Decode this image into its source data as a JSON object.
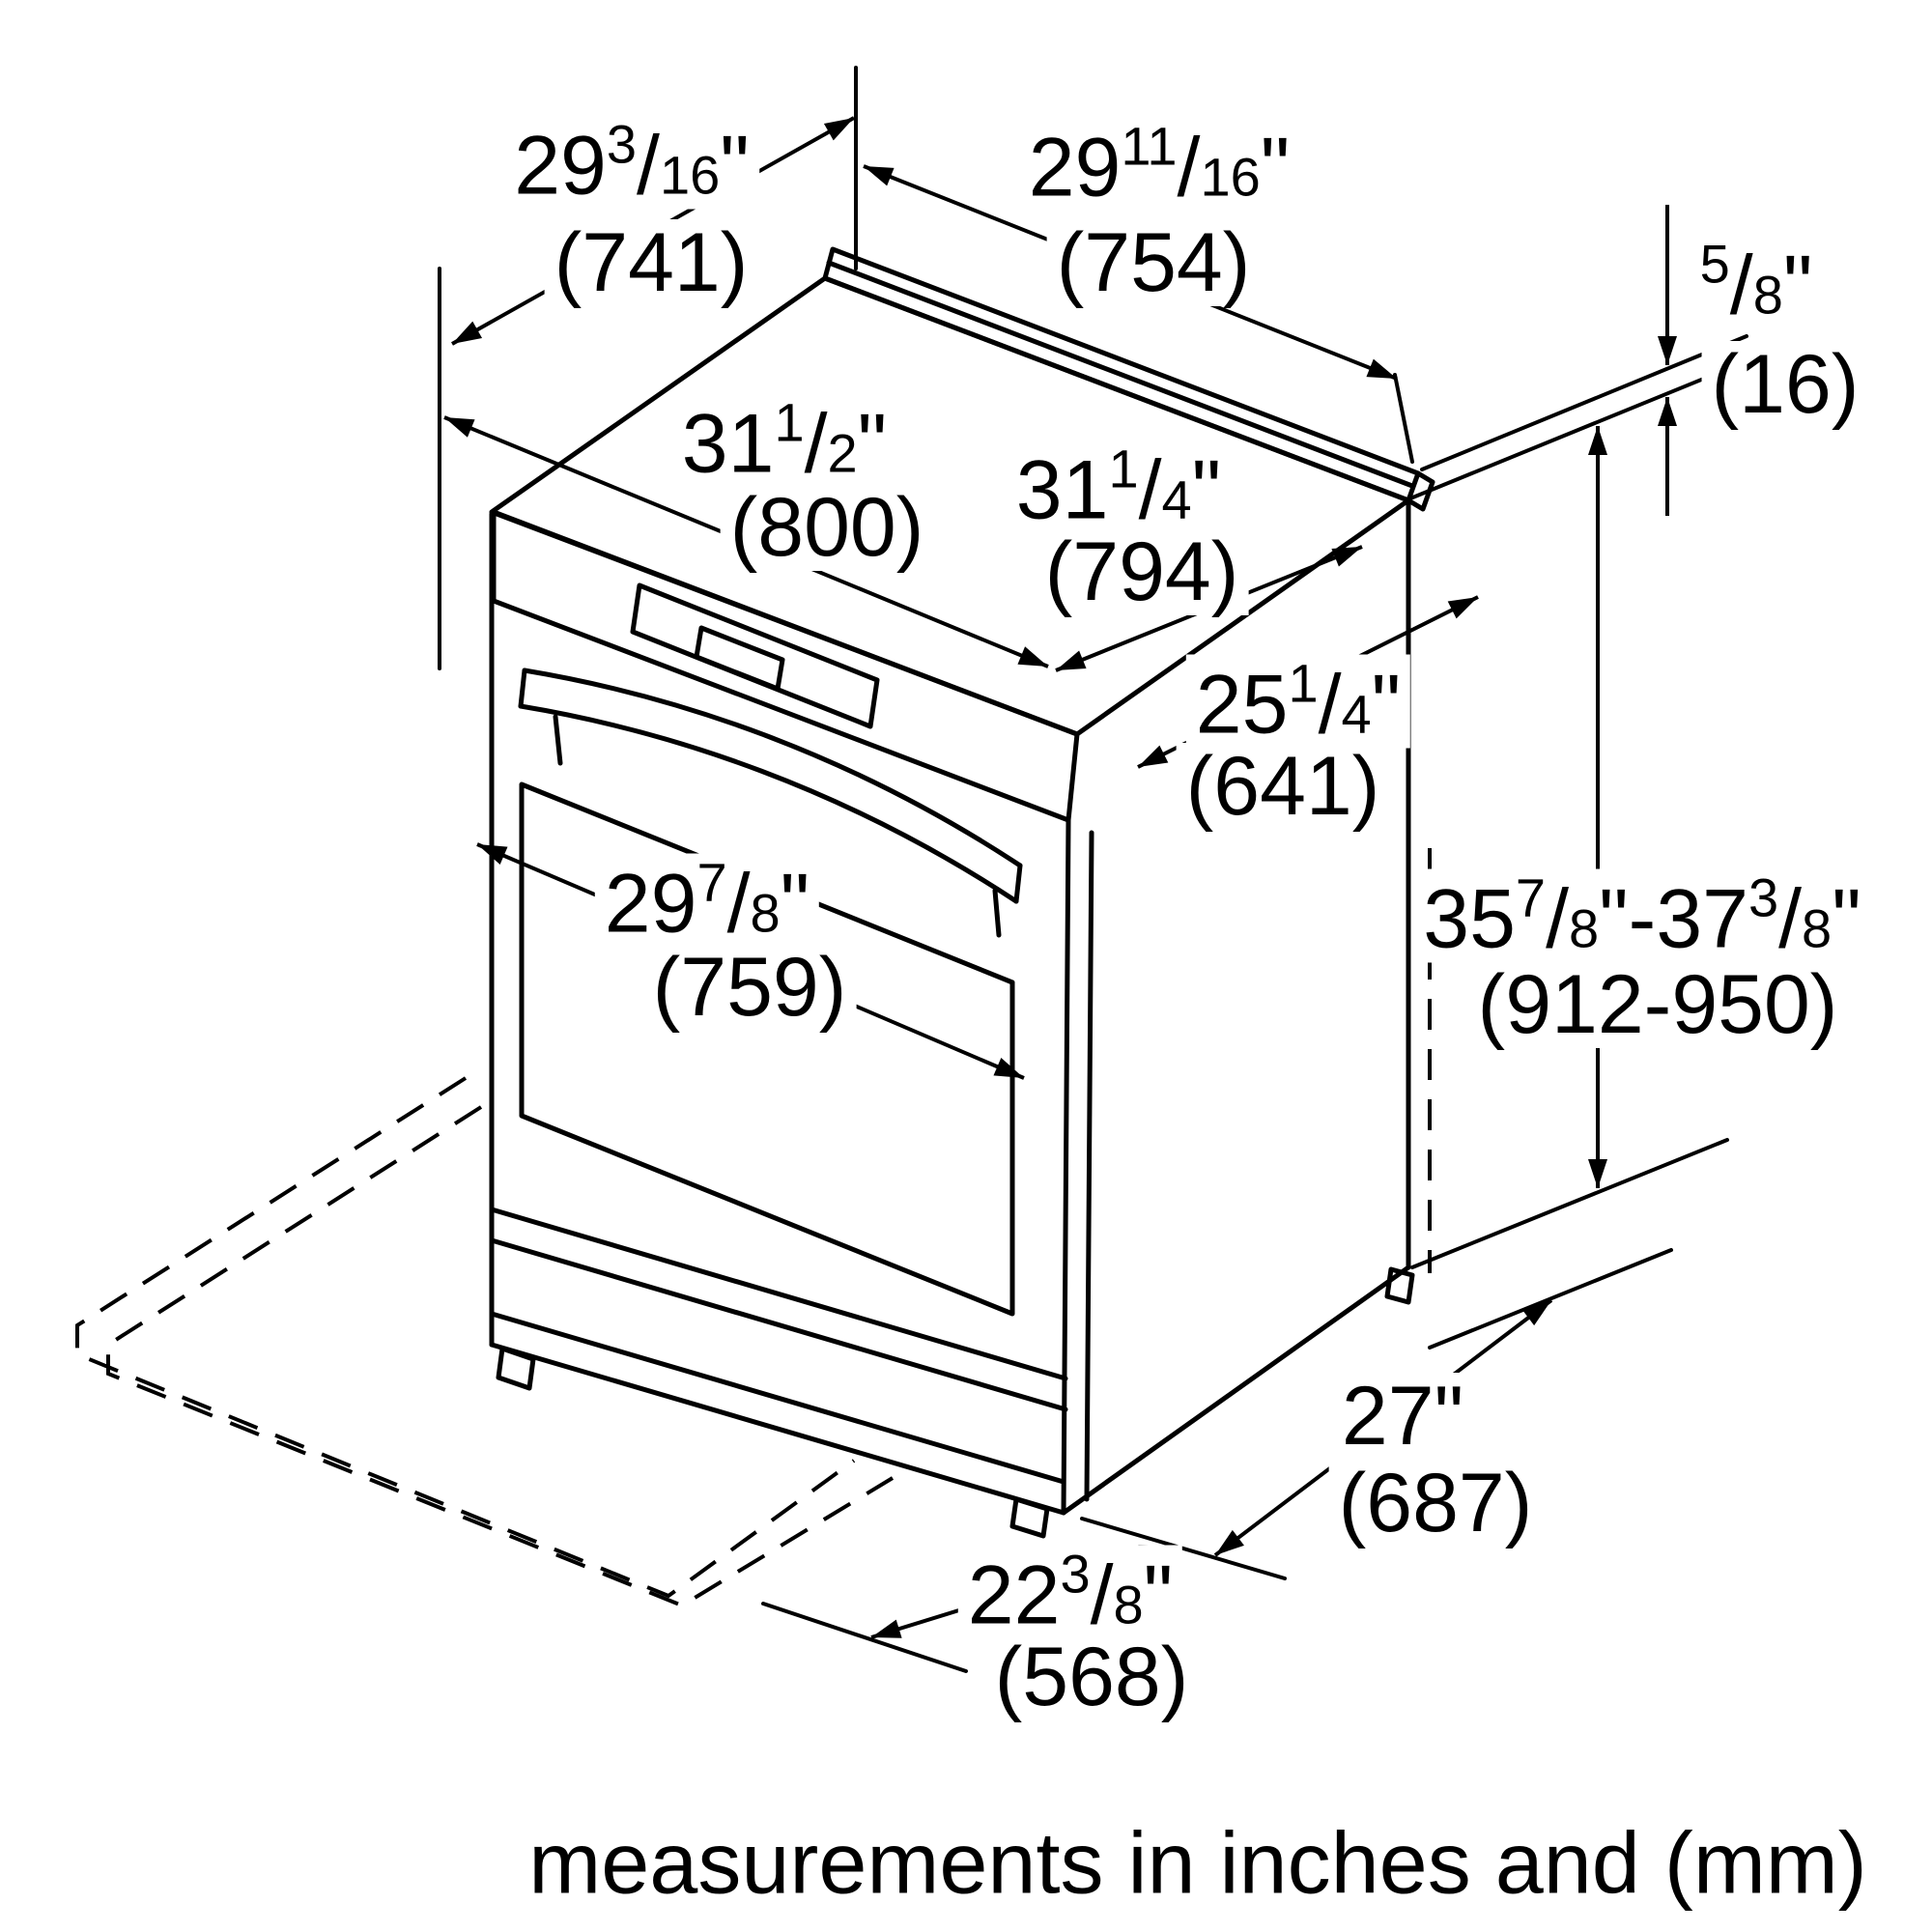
{
  "colors": {
    "line": "#000000",
    "background": "#ffffff"
  },
  "footer": {
    "note": "measurements in inches and (mm)"
  },
  "dims": {
    "dim741": {
      "tokens": [
        {
          "t": "29"
        },
        {
          "t": "3",
          "s": "u"
        },
        {
          "t": "/"
        },
        {
          "t": "16",
          "s": "d"
        },
        {
          "t": "\""
        }
      ],
      "mm": "(741)"
    },
    "dim754": {
      "tokens": [
        {
          "t": "29"
        },
        {
          "t": "11",
          "s": "u"
        },
        {
          "t": "/"
        },
        {
          "t": "16",
          "s": "d"
        },
        {
          "t": "\""
        }
      ],
      "mm": "(754)"
    },
    "dim16": {
      "tokens": [
        {
          "t": "5",
          "s": "u"
        },
        {
          "t": "/"
        },
        {
          "t": "8",
          "s": "d"
        },
        {
          "t": "\""
        }
      ],
      "mm": "(16)"
    },
    "dim800": {
      "tokens": [
        {
          "t": "31"
        },
        {
          "t": "1",
          "s": "u"
        },
        {
          "t": "/"
        },
        {
          "t": "2",
          "s": "d"
        },
        {
          "t": "\""
        }
      ],
      "mm": "(800)"
    },
    "dim794": {
      "tokens": [
        {
          "t": "31"
        },
        {
          "t": "1",
          "s": "u"
        },
        {
          "t": "/"
        },
        {
          "t": "4",
          "s": "d"
        },
        {
          "t": "\""
        }
      ],
      "mm": "(794)"
    },
    "dim641": {
      "tokens": [
        {
          "t": "25"
        },
        {
          "t": "1",
          "s": "u"
        },
        {
          "t": "/"
        },
        {
          "t": "4",
          "s": "d"
        },
        {
          "t": "\""
        }
      ],
      "mm": "(641)"
    },
    "dim759": {
      "tokens": [
        {
          "t": "29"
        },
        {
          "t": "7",
          "s": "u"
        },
        {
          "t": "/"
        },
        {
          "t": "8",
          "s": "d"
        },
        {
          "t": "\""
        }
      ],
      "mm": "(759)"
    },
    "dim912_950": {
      "tokens": [
        {
          "t": "35"
        },
        {
          "t": "7",
          "s": "u"
        },
        {
          "t": "/"
        },
        {
          "t": "8",
          "s": "d"
        },
        {
          "t": "\"-"
        },
        {
          "t": "37"
        },
        {
          "t": "3",
          "s": "u"
        },
        {
          "t": "/"
        },
        {
          "t": "8",
          "s": "d"
        },
        {
          "t": "\""
        }
      ],
      "mm": "(912-950)"
    },
    "dim687": {
      "tokens": [
        {
          "t": "27"
        },
        {
          "t": "\""
        }
      ],
      "mm": "(687)"
    },
    "dim568": {
      "tokens": [
        {
          "t": "22"
        },
        {
          "t": "3",
          "s": "u"
        },
        {
          "t": "/"
        },
        {
          "t": "8",
          "s": "d"
        },
        {
          "t": "\""
        }
      ],
      "mm": "(568)"
    }
  }
}
